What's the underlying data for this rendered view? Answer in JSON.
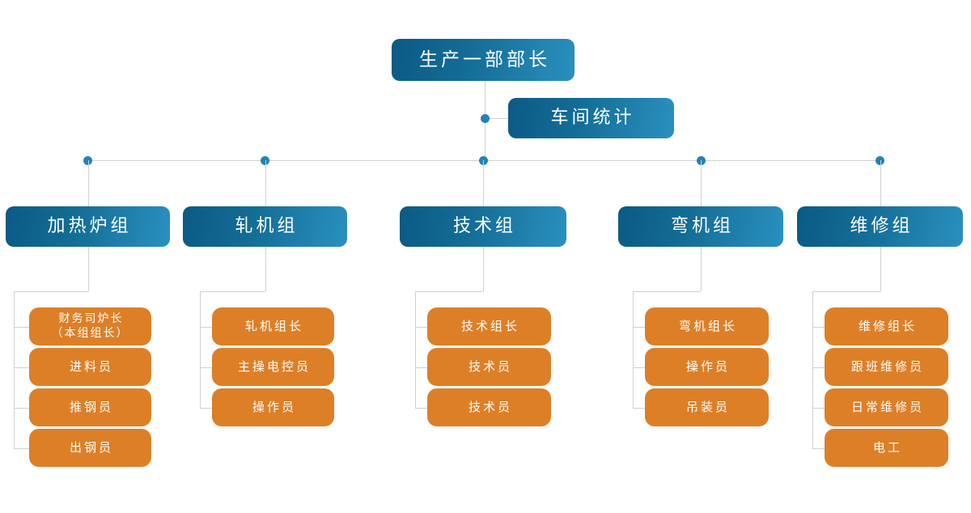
{
  "diagram": {
    "title_text": "生产一部部长",
    "staff_text": "车间统计",
    "colors": {
      "blue_dark": "#0b5a85",
      "blue_light": "#2a90bf",
      "orange": "#dd7f27",
      "line": "#d0d0d0",
      "dot": "#2283b5",
      "text": "#ffffff",
      "background": "#ffffff"
    },
    "root": {
      "label": "生产一部部长"
    },
    "aside": {
      "label": "车间统计"
    },
    "groups": [
      {
        "label": "加热炉组",
        "members": [
          {
            "label": "财务司炉长\n（本组组长）",
            "two_line": true
          },
          {
            "label": "进料员",
            "two_line": false
          },
          {
            "label": "推钢员",
            "two_line": false
          },
          {
            "label": "出钢员",
            "two_line": false
          }
        ]
      },
      {
        "label": "轧机组",
        "members": [
          {
            "label": "轧机组长",
            "two_line": false
          },
          {
            "label": "主操电控员",
            "two_line": false
          },
          {
            "label": "操作员",
            "two_line": false
          }
        ]
      },
      {
        "label": "技术组",
        "members": [
          {
            "label": "技术组长",
            "two_line": false
          },
          {
            "label": "技术员",
            "two_line": false
          },
          {
            "label": "技术员",
            "two_line": false
          }
        ]
      },
      {
        "label": "弯机组",
        "members": [
          {
            "label": "弯机组长",
            "two_line": false
          },
          {
            "label": "操作员",
            "two_line": false
          },
          {
            "label": "吊装员",
            "two_line": false
          }
        ]
      },
      {
        "label": "维修组",
        "members": [
          {
            "label": "维修组长",
            "two_line": false
          },
          {
            "label": "跟班维修员",
            "two_line": false
          },
          {
            "label": "日常维修员",
            "two_line": false
          },
          {
            "label": "电工",
            "two_line": false
          }
        ]
      }
    ]
  }
}
